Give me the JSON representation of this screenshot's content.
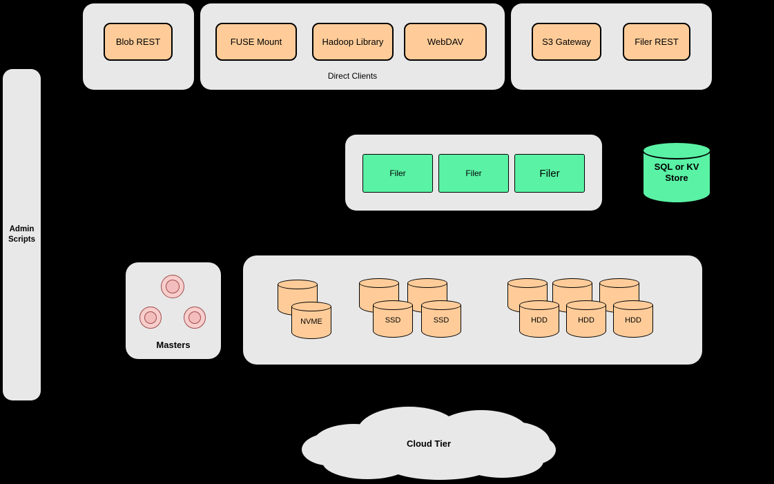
{
  "colors": {
    "background": "#000000",
    "panel_gray": "#e8e8e8",
    "node_orange": "#ffcc99",
    "node_green": "#5af2a5",
    "node_pink_fill": "#f8cecc",
    "node_pink_border": "#9e4a4a",
    "outline": "#000000"
  },
  "admin_panel": {
    "label": "Admin Scripts"
  },
  "clients": {
    "blob_group": {
      "buttons": [
        {
          "label": "Blob REST"
        }
      ]
    },
    "direct_group": {
      "caption": "Direct Clients",
      "buttons": [
        {
          "label": "FUSE Mount"
        },
        {
          "label": "Hadoop Library"
        },
        {
          "label": "WebDAV"
        }
      ]
    },
    "gateway_group": {
      "buttons": [
        {
          "label": "S3 Gateway"
        },
        {
          "label": "Filer REST"
        }
      ]
    }
  },
  "filer_group": {
    "nodes": [
      {
        "label": "Filer"
      },
      {
        "label": "Filer"
      },
      {
        "label": "Filer"
      }
    ]
  },
  "metadata_store": {
    "label": "SQL or KV Store"
  },
  "masters_group": {
    "caption": "Masters"
  },
  "volume_group": {
    "nvme": {
      "labels": [
        "NVME"
      ]
    },
    "ssd": {
      "labels": [
        "SSD",
        "SSD"
      ]
    },
    "hdd": {
      "labels": [
        "HDD",
        "HDD",
        "HDD"
      ]
    }
  },
  "cloud": {
    "label": "Cloud Tier"
  }
}
